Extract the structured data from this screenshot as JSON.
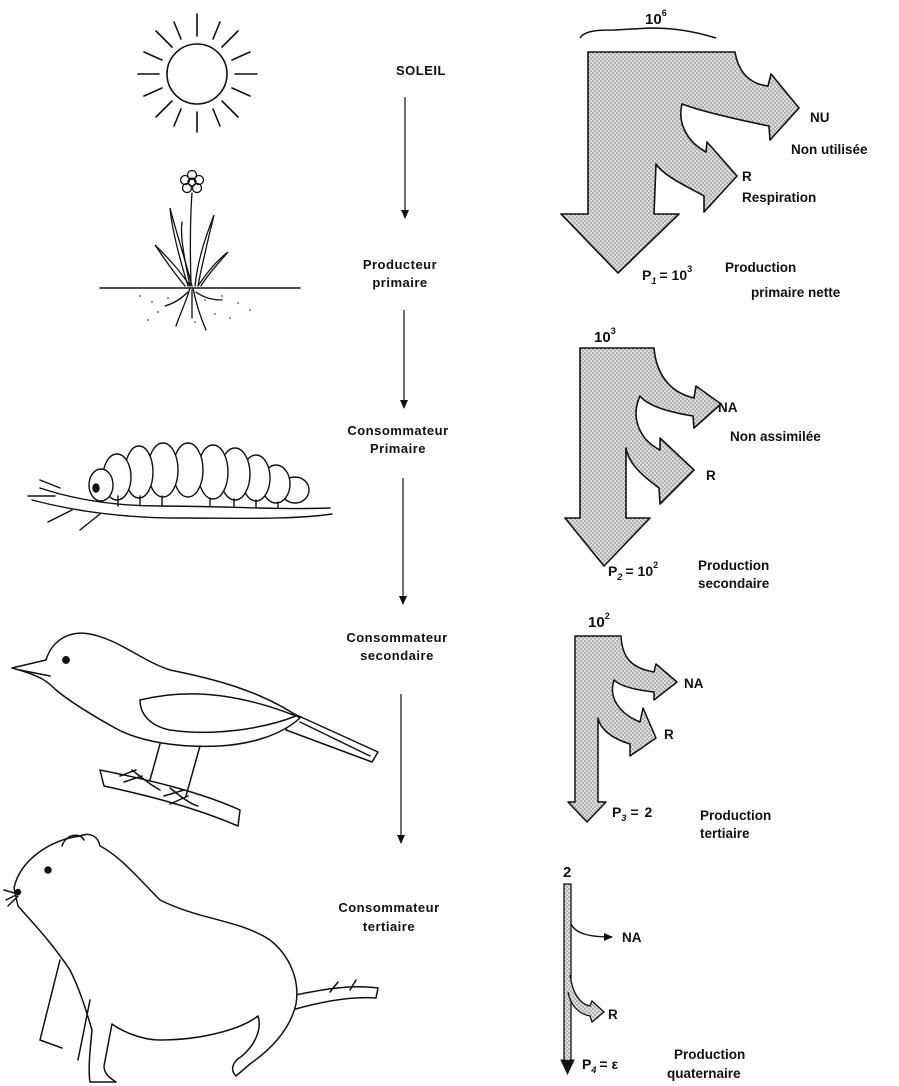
{
  "levels": {
    "sun": "SOLEIL",
    "producer": [
      "Producteur",
      "primaire"
    ],
    "consumer1": [
      "Consommateur",
      "Primaire"
    ],
    "consumer2": [
      "Consommateur",
      "secondaire"
    ],
    "consumer3": [
      "Consommateur",
      "tertiaire"
    ]
  },
  "flows": {
    "block1": {
      "input_base": "10",
      "input_exp": "6",
      "nu_code": "NU",
      "nu_label": "Non utilisée",
      "r_code": "R",
      "r_label": "Respiration",
      "p_sym": "P",
      "p_sub": "1",
      "p_eq": "=",
      "p_base": "10",
      "p_exp": "3",
      "p_label": [
        "Production",
        "primaire  nette"
      ]
    },
    "block2": {
      "input_base": "10",
      "input_exp": "3",
      "na_code": "NA",
      "na_label": "Non  assimilée",
      "r_code": "R",
      "p_sym": "P",
      "p_sub": "2",
      "p_eq": "=",
      "p_base": "10",
      "p_exp": "2",
      "p_label": [
        "Production",
        "secondaire"
      ]
    },
    "block3": {
      "input_base": "10",
      "input_exp": "2",
      "na_code": "NA",
      "r_code": "R",
      "p_sym": "P",
      "p_sub": "3",
      "p_eq": "=",
      "p_val": "2",
      "p_label": [
        "Production",
        "tertiaire"
      ]
    },
    "block4": {
      "input": "2",
      "na_code": "NA",
      "r_code": "R",
      "p_sym": "P",
      "p_sub": "4",
      "p_eq": "=",
      "p_val": "ε",
      "p_label": [
        "Production",
        "quaternaire"
      ]
    }
  },
  "colors": {
    "ink": "#111111",
    "arrow_fill": "#d2d2d2"
  },
  "icons": [
    "sun-icon",
    "plant-icon",
    "caterpillar-icon",
    "bird-icon",
    "weasel-icon"
  ]
}
